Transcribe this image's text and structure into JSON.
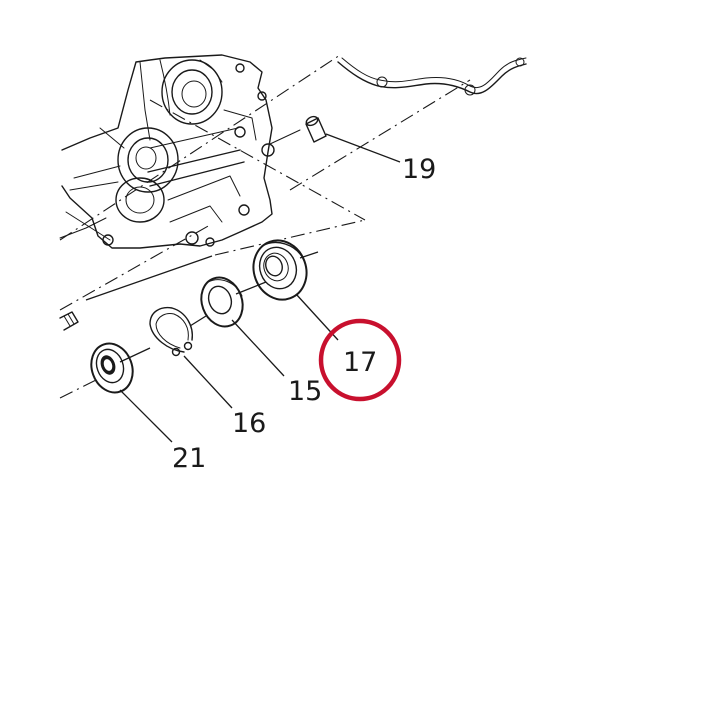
{
  "parts": [
    {
      "id": "19",
      "label": "19",
      "name": "dowel-pin"
    },
    {
      "id": "17",
      "label": "17",
      "name": "bearing"
    },
    {
      "id": "15",
      "label": "15",
      "name": "spacer-washer"
    },
    {
      "id": "16",
      "label": "16",
      "name": "circlip"
    },
    {
      "id": "21",
      "label": "21",
      "name": "oil-seal"
    }
  ],
  "highlight": {
    "part": "17",
    "color": "#c8102e"
  },
  "colors": {
    "line": "#1a1a1a",
    "background": "#ffffff"
  }
}
